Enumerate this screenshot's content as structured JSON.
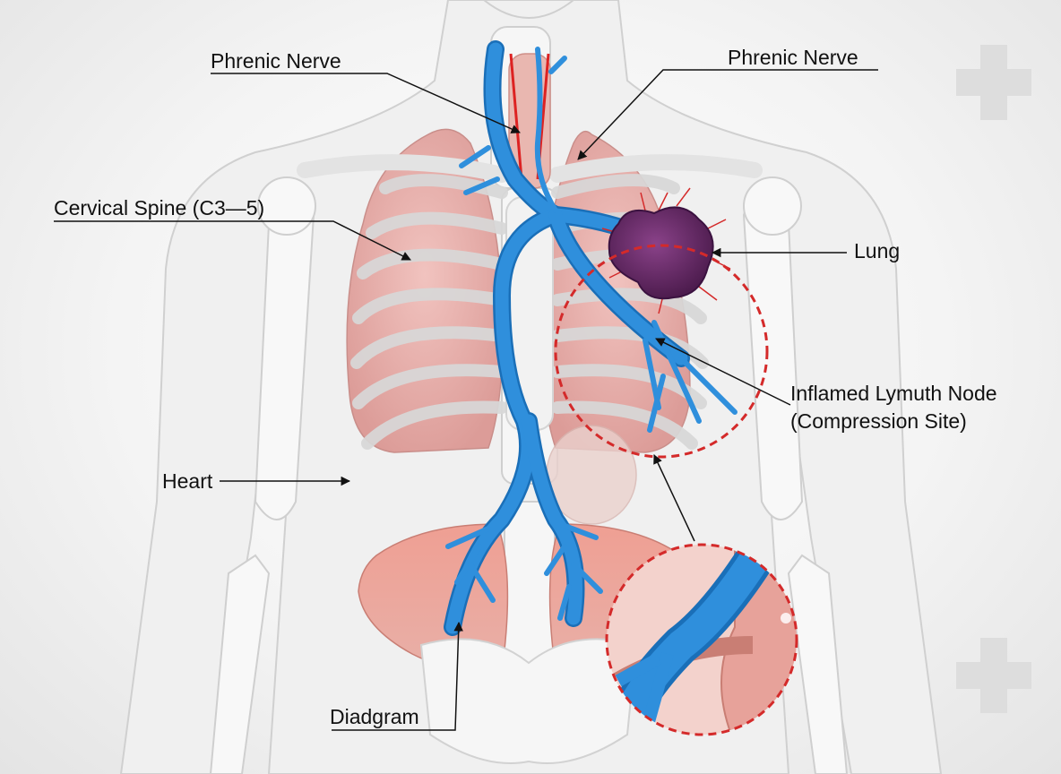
{
  "labels": {
    "phrenic_nerve_left": "Phrenic Nerve",
    "phrenic_nerve_right": "Phrenic Nerve",
    "cervical_spine": "Cervical Spine (C3—5)",
    "lung": "Lung",
    "inflamed_node_line1": "Inflamed Lymuth Node",
    "inflamed_node_line2": "(Compression Site)",
    "heart": "Heart",
    "diaphragm": "Diadgram"
  },
  "colors": {
    "nerve": "#2f8fdc",
    "nerve_dark": "#1a6fb8",
    "lung": "#e8b2ae",
    "bone": "#f7f7f7",
    "bone_outline": "#c9c9c9",
    "diaphragm_muscle": "#e59a8e",
    "lymph_node": "#6b2a6a",
    "compression_circle": "#d42a2a",
    "body_outline": "#d2d2d2",
    "leader_line": "#111111"
  },
  "icons": [
    "medical-cross-icon",
    "medical-cross-icon"
  ]
}
